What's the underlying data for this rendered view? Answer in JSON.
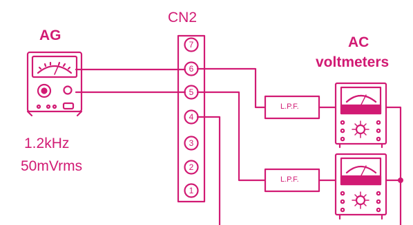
{
  "labels": {
    "ag": "AG",
    "cn2": "CN2",
    "ac_line1": "AC",
    "ac_line2": "voltmeters",
    "freq": "1.2kHz",
    "level": "50mVrms",
    "lpf_top": "L.P.F.",
    "lpf_bottom": "L.P.F."
  },
  "connector_pins": [
    "7",
    "6",
    "5",
    "4",
    "3",
    "2",
    "1"
  ],
  "colors": {
    "line": "#d11a73",
    "background": "#ffffff"
  }
}
